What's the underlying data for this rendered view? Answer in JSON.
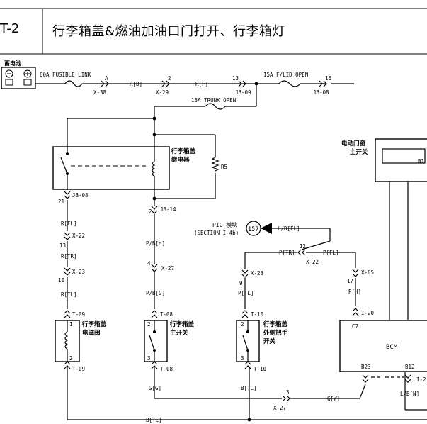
{
  "header": {
    "code": "T-2",
    "title": "行李箱盖&燃油加油口门打开、行李箱灯"
  },
  "components": {
    "battery": "蓄电池",
    "fusible_link": "60A FUSIBLE LINK",
    "fuse_fl": "15A F/LID OPEN",
    "fuse_trunk": "15A TRUNK OPEN",
    "relay": [
      "行李箱盖",
      "继电器"
    ],
    "resistor": "R5",
    "solenoid": [
      "行李箱盖",
      "电磁阀"
    ],
    "main_switch": [
      "行李箱盖",
      "主开关"
    ],
    "outer_switch": [
      "行李箱盖",
      "外侧把手",
      "开关"
    ],
    "pic_module": [
      "PIC 模块",
      "(SECTION I-4b)"
    ],
    "pic_num": "157",
    "door_switch": [
      "电动门窗",
      "主开关"
    ],
    "bcm": "BCM"
  },
  "connectors": {
    "x38": "X-38",
    "x29": "X-29",
    "jb09": "JB-09",
    "jb08a": "JB-08",
    "jb08b": "JB-08",
    "jb14": "JB-14",
    "x22a": "X-22",
    "x22b": "X-22",
    "x23a": "X-23",
    "x23b": "X-23",
    "x27a": "X-27",
    "x27b": "X-27",
    "x05": "X-05",
    "i20": "I-20",
    "t09a": "T-09",
    "t09b": "T-09",
    "t08a": "T-08",
    "t08b": "T-08",
    "t10a": "T-10",
    "t10b": "T-10",
    "i2": "I-2"
  },
  "pins": {
    "a": "A",
    "p2": "2",
    "p13": "13",
    "p16": "16",
    "p21": "21",
    "p2b": "2",
    "p13b": "13",
    "p10": "10",
    "p1a": "1",
    "p2c": "2",
    "p4": "4",
    "p2d": "2",
    "p3a": "3",
    "p9": "9",
    "p2e": "2",
    "p3b": "3",
    "p12": "12",
    "p17": "17",
    "c7": "C7",
    "b23": "B23",
    "b12": "B12",
    "b1": "B1",
    "p3c": "3"
  },
  "wires": {
    "rb": "R[B]",
    "rf": "R[F]",
    "rfl": "R[FL]",
    "rtr": "R[TR]",
    "rtl": "R[TL]",
    "pbh": "P/B[H]",
    "pbg": "P/B[G]",
    "ldfl": "L/D[FL]",
    "ptr": "P[TR]",
    "pfl": "P[FL]",
    "ptl": "P[TL]",
    "ph": "P[H]",
    "gg": "G[G]",
    "btl": "B[TL]",
    "btl2": "B[TL]",
    "gw": "G[W]",
    "lbn": "L/B[N]"
  }
}
